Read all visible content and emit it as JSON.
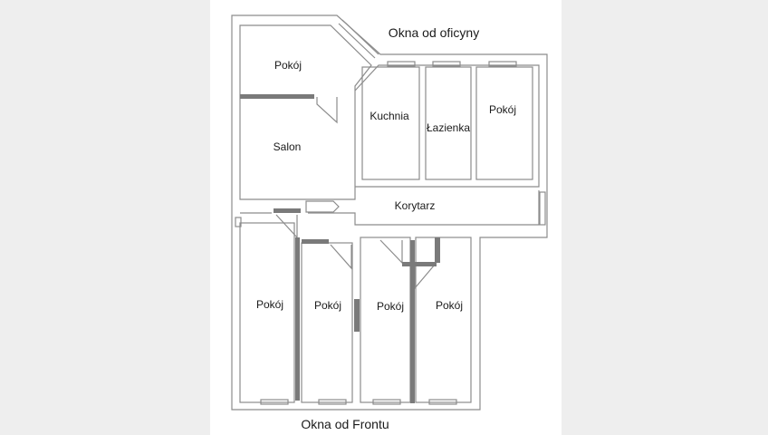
{
  "captions": {
    "top": "Okna od oficyny",
    "bottom": "Okna od Frontu"
  },
  "rooms": {
    "room_top_left": "Pokój",
    "salon": "Salon",
    "kitchen": "Kuchnia",
    "bathroom": "Łazienka",
    "room_top_right": "Pokój",
    "corridor": "Korytarz",
    "room_bottom_1": "Pokój",
    "room_bottom_2": "Pokój",
    "room_bottom_3": "Pokój",
    "room_bottom_4": "Pokój"
  },
  "colors": {
    "background": "#eeeeee",
    "sheet": "#ffffff",
    "wall": "#8c8c8c",
    "dark_wall": "#7a7a7a",
    "text": "#1a1a1a"
  }
}
